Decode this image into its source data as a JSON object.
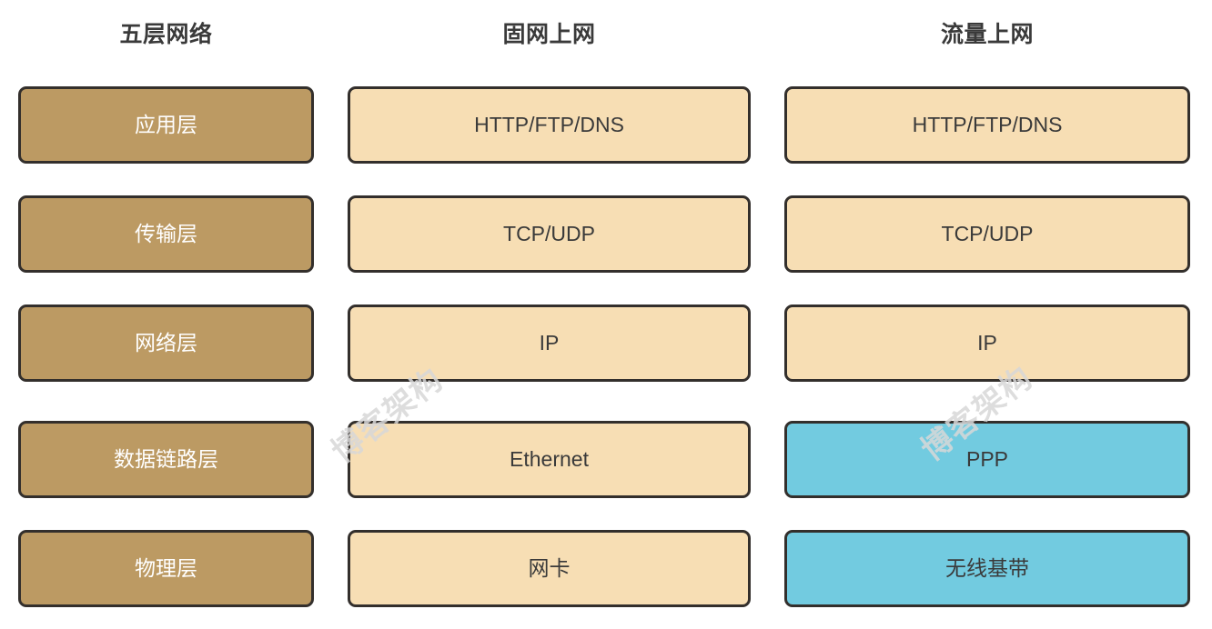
{
  "diagram": {
    "title_columns": [
      "五层网络",
      "固网上网",
      "流量上网"
    ],
    "colors": {
      "tan": "#bc9a63",
      "peach": "#f7deb4",
      "cyan": "#72cbe0",
      "border": "#332f2c",
      "text_dark": "#3a3a3a",
      "text_light": "#ffffff",
      "background": "#ffffff",
      "watermark": "#d8d8d8"
    },
    "columns": [
      {
        "header": "五层网络",
        "cells": [
          {
            "label": "应用层",
            "fill": "tan",
            "text": "light"
          },
          {
            "label": "传输层",
            "fill": "tan",
            "text": "light"
          },
          {
            "label": "网络层",
            "fill": "tan",
            "text": "light"
          },
          {
            "label": "数据链路层",
            "fill": "tan",
            "text": "light"
          },
          {
            "label": "物理层",
            "fill": "tan",
            "text": "light"
          }
        ]
      },
      {
        "header": "固网上网",
        "cells": [
          {
            "label": "HTTP/FTP/DNS",
            "fill": "peach",
            "text": "dark"
          },
          {
            "label": "TCP/UDP",
            "fill": "peach",
            "text": "dark"
          },
          {
            "label": "IP",
            "fill": "peach",
            "text": "dark"
          },
          {
            "label": "Ethernet",
            "fill": "peach",
            "text": "dark"
          },
          {
            "label": "网卡",
            "fill": "peach",
            "text": "dark"
          }
        ]
      },
      {
        "header": "流量上网",
        "cells": [
          {
            "label": "HTTP/FTP/DNS",
            "fill": "peach",
            "text": "dark"
          },
          {
            "label": "TCP/UDP",
            "fill": "peach",
            "text": "dark"
          },
          {
            "label": "IP",
            "fill": "peach",
            "text": "dark"
          },
          {
            "label": "PPP",
            "fill": "cyan",
            "text": "dark"
          },
          {
            "label": "无线基带",
            "fill": "cyan",
            "text": "dark"
          }
        ]
      }
    ],
    "watermarks": [
      "博客架构",
      "博客架构"
    ]
  }
}
